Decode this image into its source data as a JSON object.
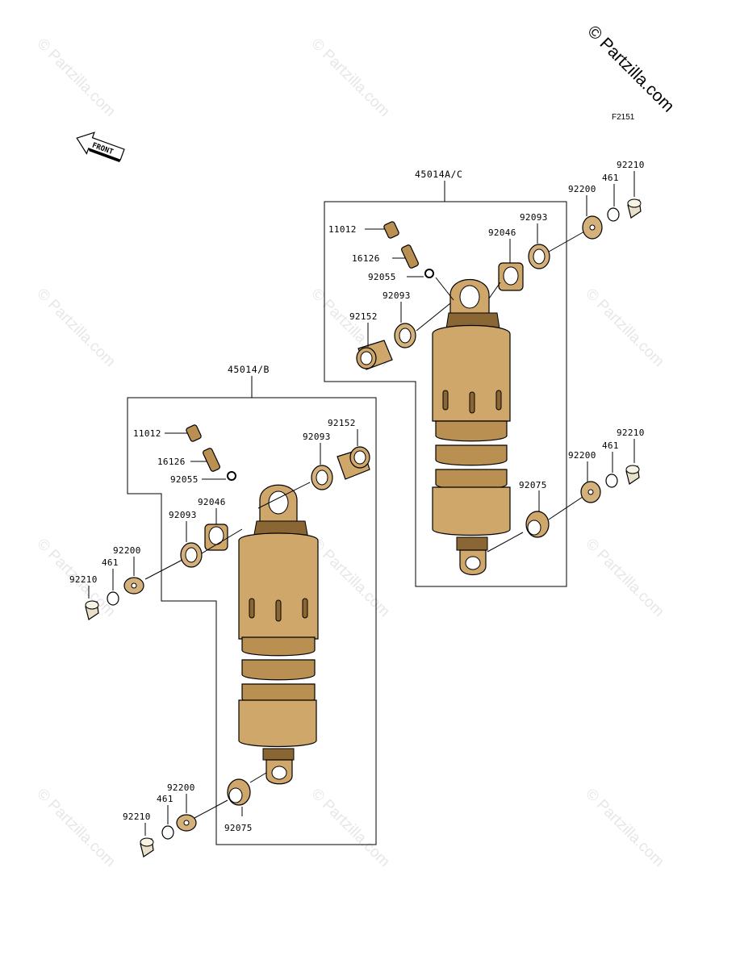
{
  "brand": {
    "copyright": "© Partzilla.com",
    "figure_code": "F2151"
  },
  "watermark": "© Partzilla.com",
  "front_arrow": {
    "text": "FRONT",
    "icon": "front-arrow-icon"
  },
  "assemblies": [
    {
      "id": "45014/B",
      "title": "45014/B",
      "callouts": [
        "11012",
        "16126",
        "92055",
        "92046",
        "92093",
        "92152",
        "92093",
        "92200",
        "461",
        "92210",
        "92200",
        "461",
        "92210",
        "92075"
      ]
    },
    {
      "id": "45014A/C",
      "title": "45014A/C",
      "callouts": [
        "11012",
        "16126",
        "92055",
        "92093",
        "92152",
        "92093",
        "92046",
        "92200",
        "461",
        "92210",
        "92200",
        "461",
        "92210",
        "92075"
      ]
    }
  ],
  "colors": {
    "shock_body": "#cfa76a",
    "shock_shadow": "#b98f52",
    "watermark": "#e7e7e7"
  }
}
